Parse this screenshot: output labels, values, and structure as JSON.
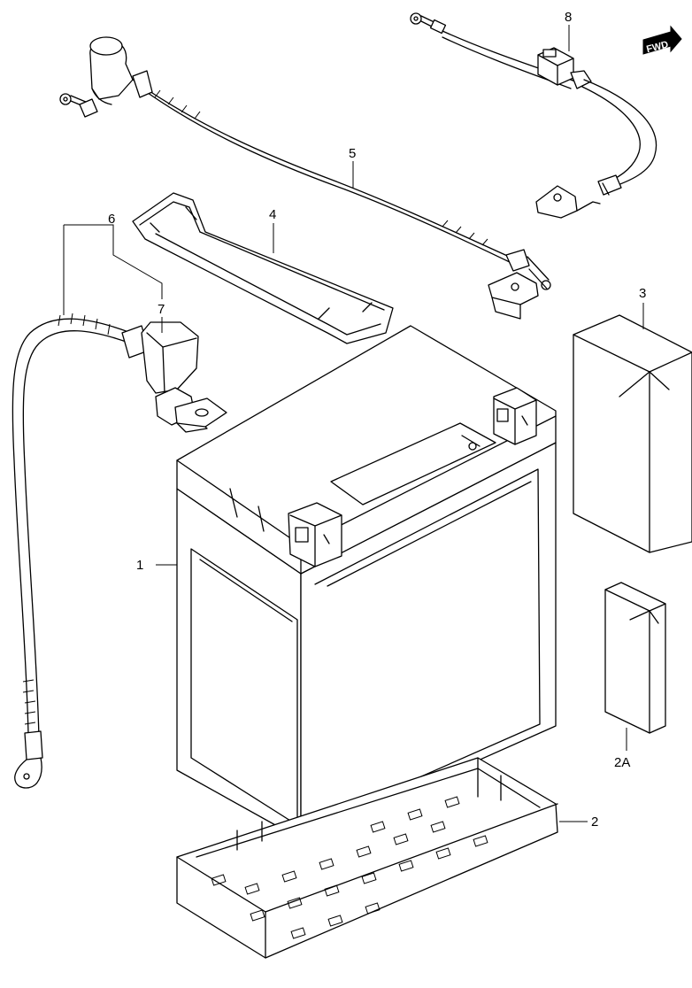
{
  "diagram": {
    "callouts": {
      "c1": "1",
      "c2": "2",
      "c2a": "2A",
      "c3": "3",
      "c4": "4",
      "c5": "5",
      "c6": "6",
      "c7": "7",
      "c8": "8"
    },
    "fwd_label": "FWD"
  }
}
